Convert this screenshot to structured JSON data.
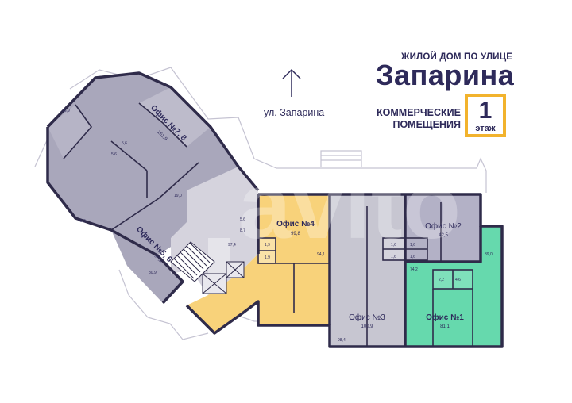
{
  "header": {
    "subtitle": "ЖИЛОЙ ДОМ ПО УЛИЦЕ",
    "title": "Запарина",
    "street": "ул. Запарина",
    "commercial_line1": "КОММЕРЧЕСКИЕ",
    "commercial_line2": "ПОМЕЩЕНИЯ",
    "floor_number": "1",
    "floor_label": "этаж"
  },
  "watermark": "avito",
  "offices": {
    "o78": {
      "name": "Офис №7, 8",
      "area": "151,9"
    },
    "o56": {
      "name": "Офис №5, 6",
      "area": "90,0"
    },
    "o4": {
      "name": "Офис №4",
      "area": "99,8"
    },
    "o3": {
      "name": "Офис №3",
      "area": "100,9"
    },
    "o2": {
      "name": "Офис №2",
      "area": "42,5"
    },
    "o1": {
      "name": "Офис №1",
      "area": "81,1"
    }
  },
  "small_labels": {
    "r1": "1,9",
    "r2": "1,9",
    "r3": "94,1",
    "r4": "1,6",
    "r5": "1,6",
    "r6": "1,6",
    "r7": "1,6",
    "r8": "39,0",
    "r9": "74,2",
    "r10": "2,2",
    "r11": "4,6",
    "r12": "98,4",
    "r13": "97,4",
    "r14": "36,9",
    "r15": "5,6",
    "r16": "5,6",
    "r17": "8,7",
    "r18": "45,9",
    "r19": "80,9",
    "r20": "5,6",
    "r21": "19,0"
  },
  "colors": {
    "office4": "#f8d27a",
    "office1": "#66d9ad",
    "office2": "#b3b1c6",
    "office3": "#c7c6d1",
    "grey_dark": "#a9a7bb",
    "grey_light": "#cfcdd8",
    "wall": "#2f2b4a",
    "accent_border": "#f2b32d",
    "title_text": "#2e2a5a"
  }
}
